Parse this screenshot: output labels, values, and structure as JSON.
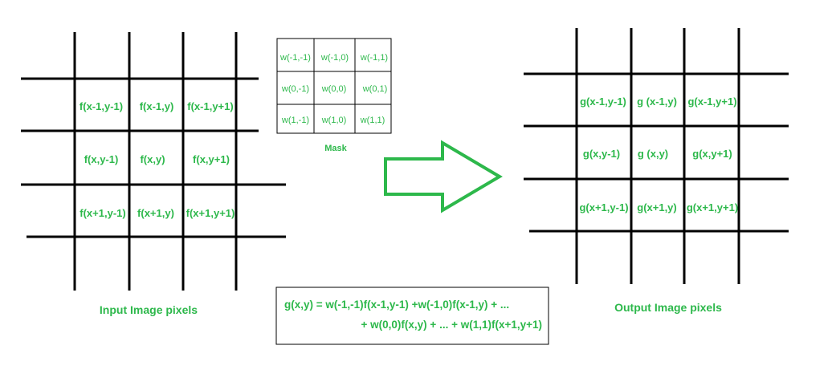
{
  "colors": {
    "accent": "#2db84b",
    "line": "#000000",
    "background": "#ffffff"
  },
  "input_grid": {
    "label": "Input Image pixels",
    "cells": [
      [
        "f(x-1,y-1)",
        "f(x-1,y)",
        "f(x-1,y+1)"
      ],
      [
        "f(x,y-1)",
        "f(x,y)",
        "f(x,y+1)"
      ],
      [
        "f(x+1,y-1)",
        "f(x+1,y)",
        "f(x+1,y+1)"
      ]
    ]
  },
  "mask": {
    "label": "Mask",
    "cells": [
      [
        "w(-1,-1)",
        "w(-1,0)",
        "w(-1,1)"
      ],
      [
        "w(0,-1)",
        "w(0,0)",
        "w(0,1)"
      ],
      [
        "w(1,-1)",
        "w(1,0)",
        "w(1,1)"
      ]
    ]
  },
  "output_grid": {
    "label": "Output Image pixels",
    "cells": [
      [
        "g(x-1,y-1)",
        "g (x-1,y)",
        "g(x-1,y+1)"
      ],
      [
        "g(x,y-1)",
        "g (x,y)",
        "g(x,y+1)"
      ],
      [
        "g(x+1,y-1)",
        "g(x+1,y)",
        "g(x+1,y+1)"
      ]
    ]
  },
  "formula": {
    "line1": "g(x,y) = w(-1,-1)f(x-1,y-1) +w(-1,0)f(x-1,y) + ...",
    "line2": "+ w(0,0)f(x,y) + ... + w(1,1)f(x+1,y+1)"
  }
}
